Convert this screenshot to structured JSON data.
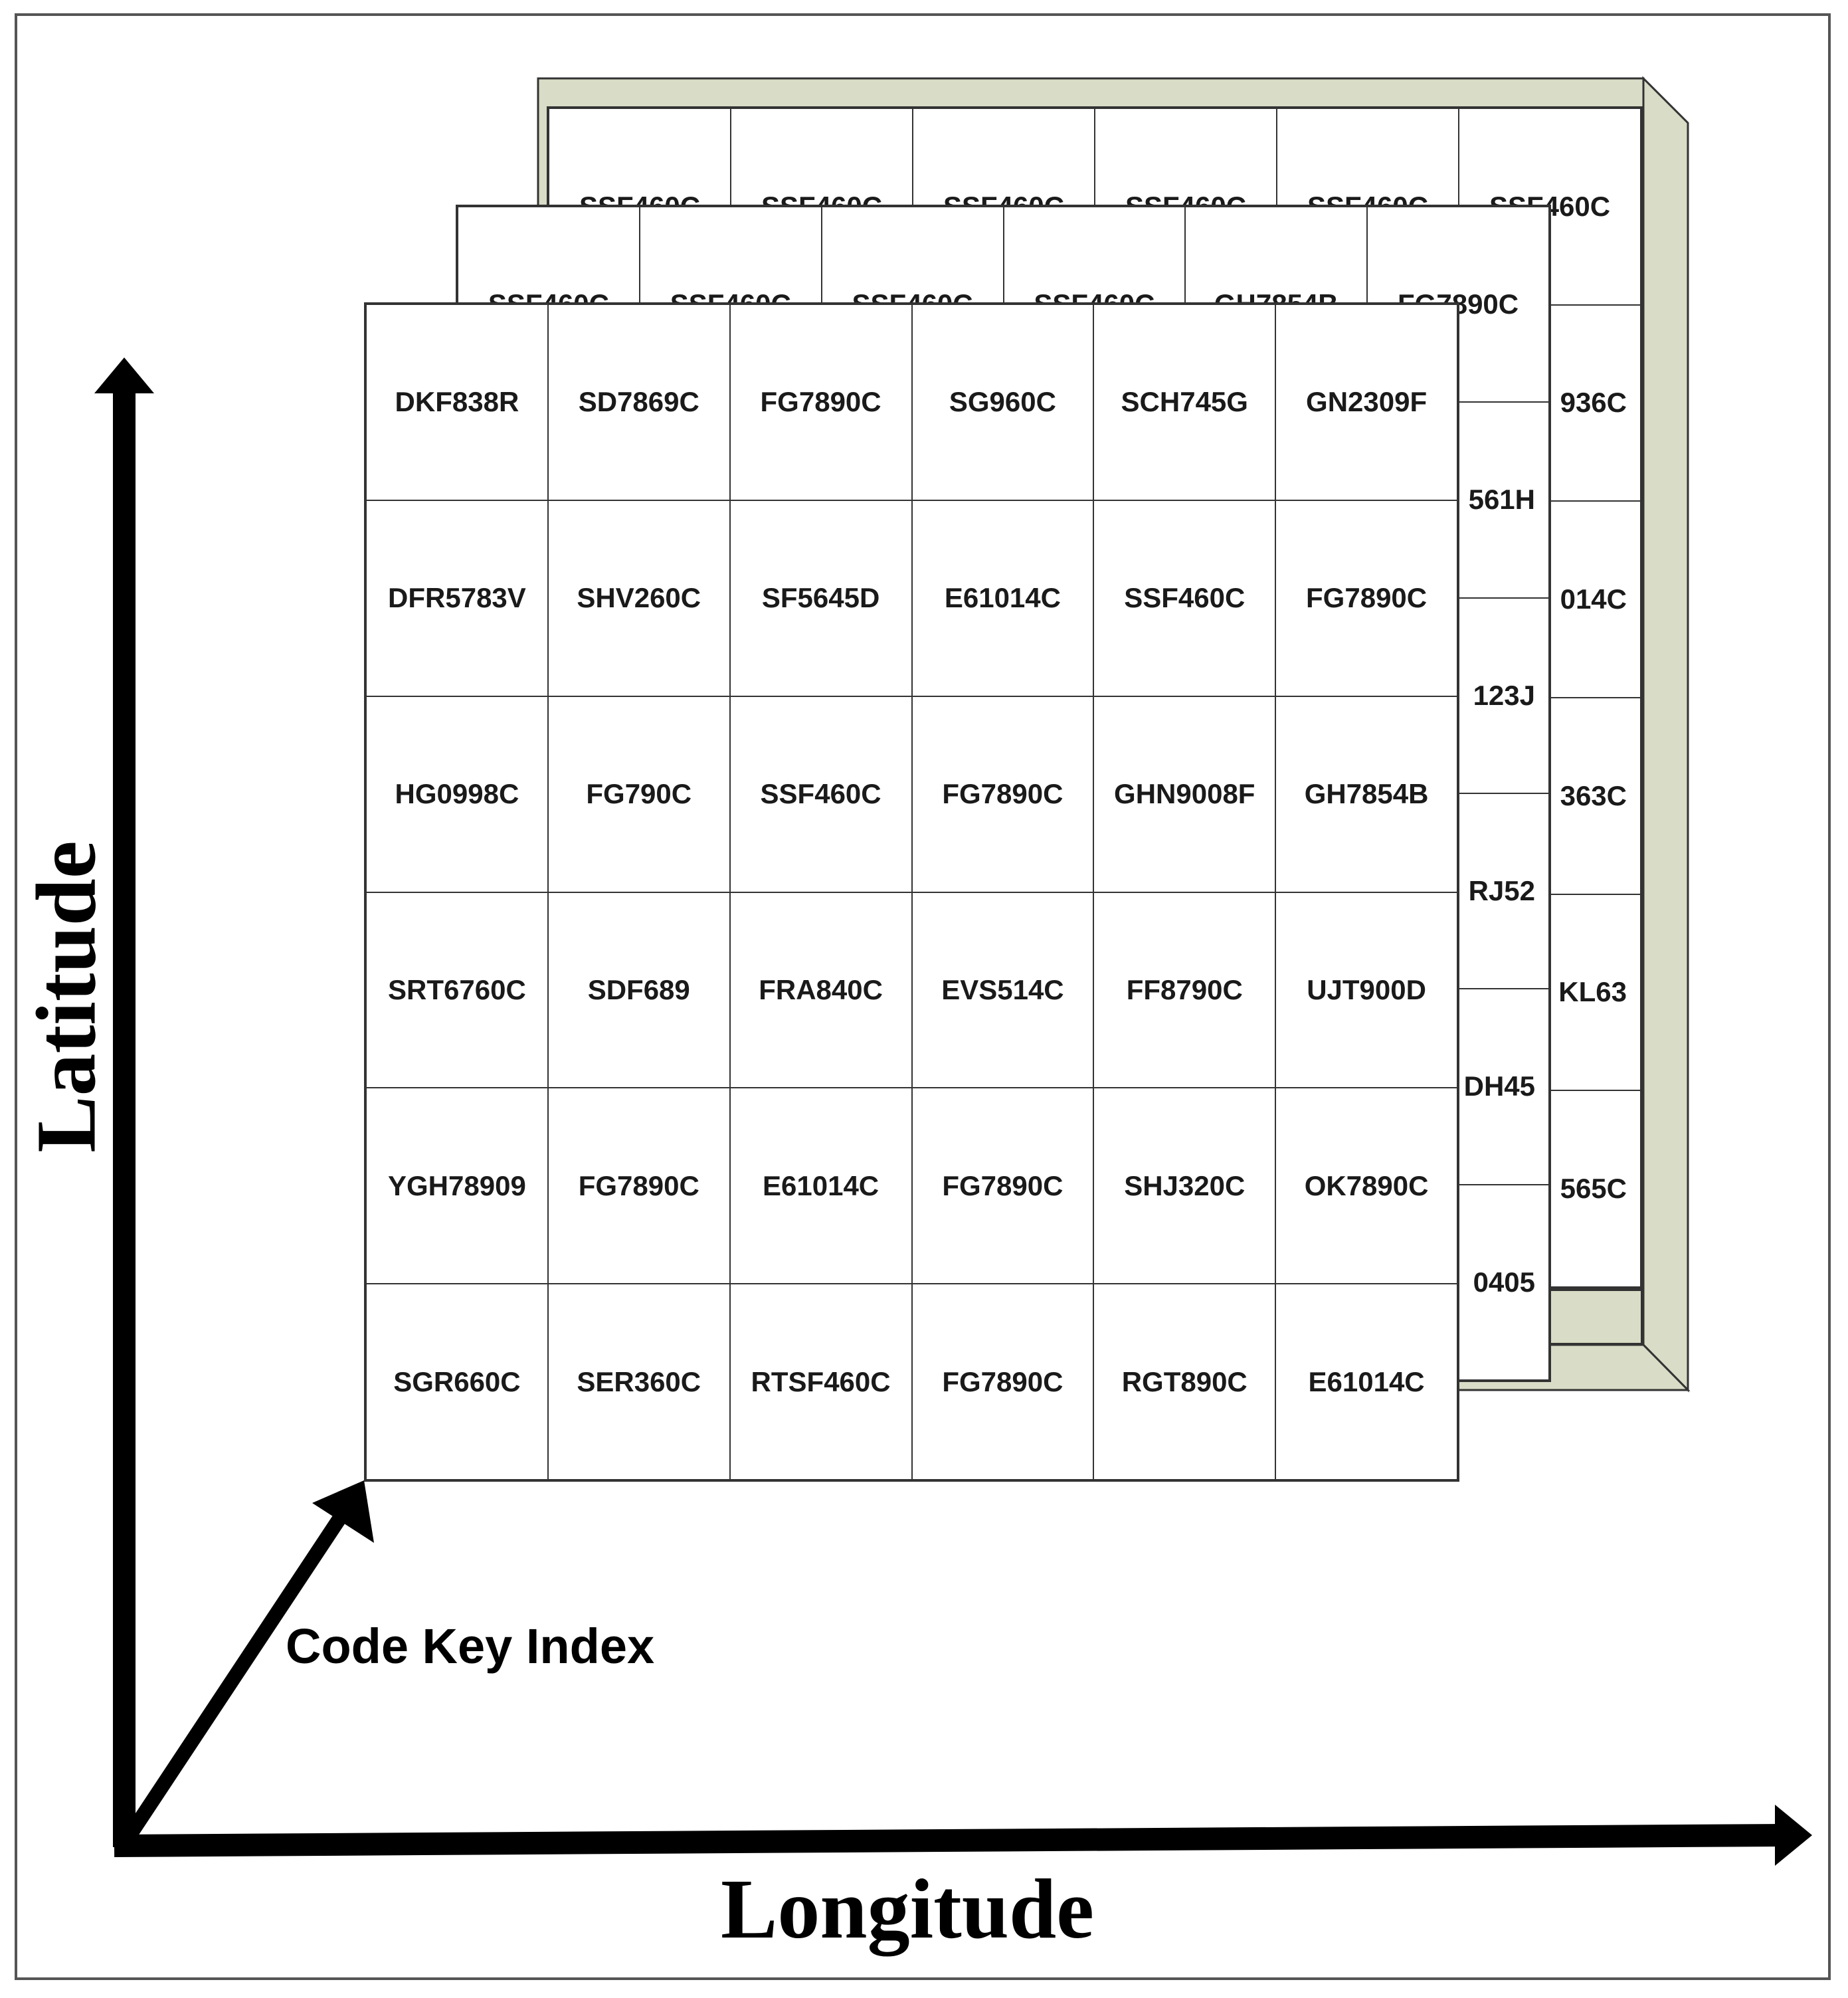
{
  "axes": {
    "x_label": "Longitude",
    "y_label": "Latitude",
    "z_label": "Code Key Index"
  },
  "colors": {
    "back_panel": "#d9dcc6",
    "grid_line": "#333333",
    "axis": "#000000"
  },
  "layers": {
    "back": {
      "rows": [
        [
          "SSF460C",
          "SSF460C",
          "SSF460C",
          "SSF460C",
          "SSF460C",
          "SSF460C"
        ],
        [
          "",
          "",
          "",
          "",
          "",
          "936C"
        ],
        [
          "",
          "",
          "",
          "",
          "",
          "014C"
        ],
        [
          "",
          "",
          "",
          "",
          "",
          "363C"
        ],
        [
          "",
          "",
          "",
          "",
          "",
          "KL63"
        ],
        [
          "",
          "",
          "",
          "",
          "",
          "565C"
        ]
      ]
    },
    "middle": {
      "rows": [
        [
          "SSF460C",
          "SSF460C",
          "SSF460C",
          "SSF460C",
          "GH7854B",
          "FG7890C"
        ],
        [
          "",
          "",
          "",
          "",
          "",
          "561H"
        ],
        [
          "",
          "",
          "",
          "",
          "",
          "123J"
        ],
        [
          "",
          "",
          "",
          "",
          "",
          "RJ52"
        ],
        [
          "",
          "",
          "",
          "",
          "",
          "DH45"
        ],
        [
          "",
          "",
          "",
          "",
          "",
          "0405"
        ]
      ]
    },
    "front": {
      "rows": [
        [
          "DKF838R",
          "SD7869C",
          "FG7890C",
          "SG960C",
          "SCH745G",
          "GN2309F"
        ],
        [
          "DFR5783V",
          "SHV260C",
          "SF5645D",
          "E61014C",
          "SSF460C",
          "FG7890C"
        ],
        [
          "HG0998C",
          "FG790C",
          "SSF460C",
          "FG7890C",
          "GHN9008F",
          "GH7854B"
        ],
        [
          "SRT6760C",
          "SDF689",
          "FRA840C",
          "EVS514C",
          "FF8790C",
          "UJT900D"
        ],
        [
          "YGH78909",
          "FG7890C",
          "E61014C",
          "FG7890C",
          "SHJ320C",
          "OK7890C"
        ],
        [
          "SGR660C",
          "SER360C",
          "RTSF460C",
          "FG7890C",
          "RGT890C",
          "E61014C"
        ]
      ]
    }
  }
}
